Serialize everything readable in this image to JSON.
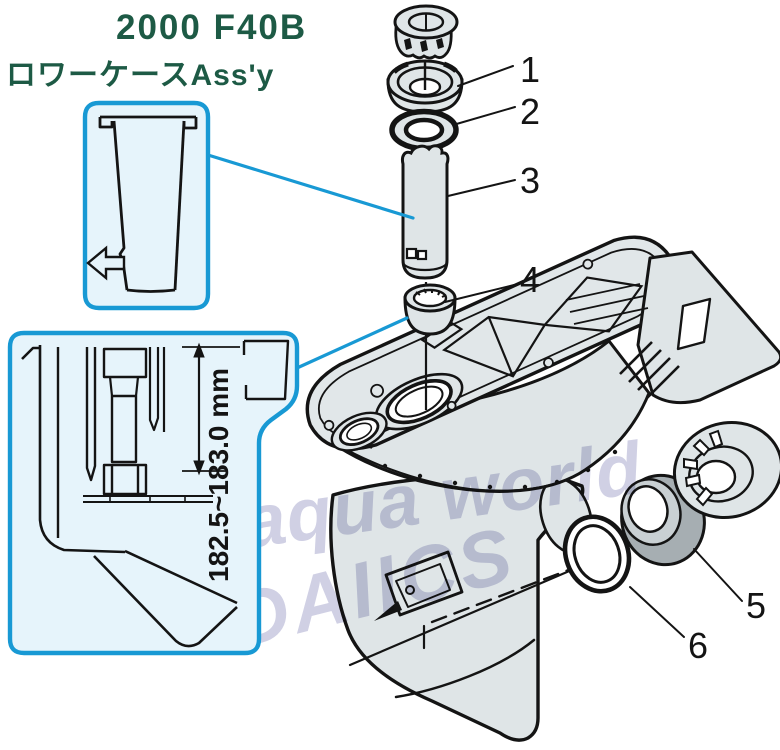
{
  "title": {
    "line1": "2000 F40B",
    "line2": "ロワーケースAss'y"
  },
  "parts": [
    {
      "label": "1"
    },
    {
      "label": "2"
    },
    {
      "label": "3"
    },
    {
      "label": "4"
    },
    {
      "label": "5"
    },
    {
      "label": "6"
    }
  ],
  "callout_detail": {
    "dimension_label": "182.5~183.0 mm"
  },
  "watermark": {
    "line1": "aqua world",
    "line2": "DAIICS"
  },
  "colors": {
    "title_green": "#1d5a45",
    "callout_border": "#1899d4",
    "callout_fill": "#e6f4fb",
    "leader_cyan": "#1899d4",
    "part_fill": "#dfe5e7",
    "bearing_gray": "#a6aeb2",
    "watermark_purple": "#c4c4de",
    "line_black": "#141414"
  }
}
